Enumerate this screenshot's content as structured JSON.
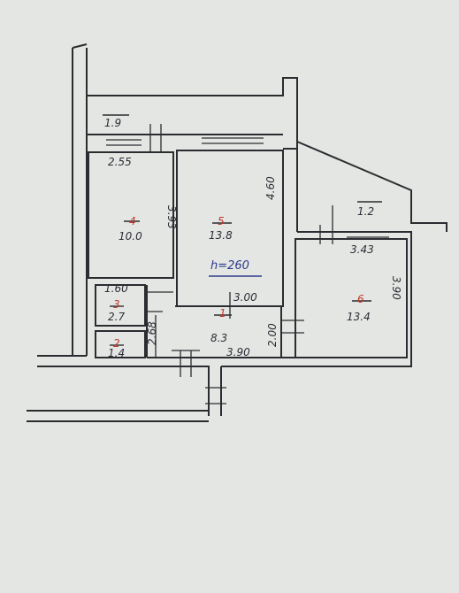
{
  "rooms": [
    {
      "num": "1",
      "area": "8.3"
    },
    {
      "num": "2",
      "area": "1.4"
    },
    {
      "num": "3",
      "area": "2.7"
    },
    {
      "num": "4",
      "area": "10.0"
    },
    {
      "num": "5",
      "area": "13.8"
    },
    {
      "num": "6",
      "area": "13.4"
    }
  ],
  "balconies": [
    {
      "area": "1.9"
    },
    {
      "area": "1.2"
    }
  ],
  "dims": {
    "r4_top": "2.55",
    "r4_side": "3.93",
    "r5_side": "4.60",
    "r5_bottom": "3.00",
    "r3_top": "1.60",
    "hall_v": "2.68",
    "hall_bottom": "3.90",
    "hall_right": "2.00",
    "r6_top": "3.43",
    "r6_side": "3.90"
  },
  "height_note": "h=260",
  "colors": {
    "paper": "#e4e6e3",
    "ink": "#2a2c30",
    "room_number": "#c0392b",
    "note": "#2d3a8c"
  }
}
